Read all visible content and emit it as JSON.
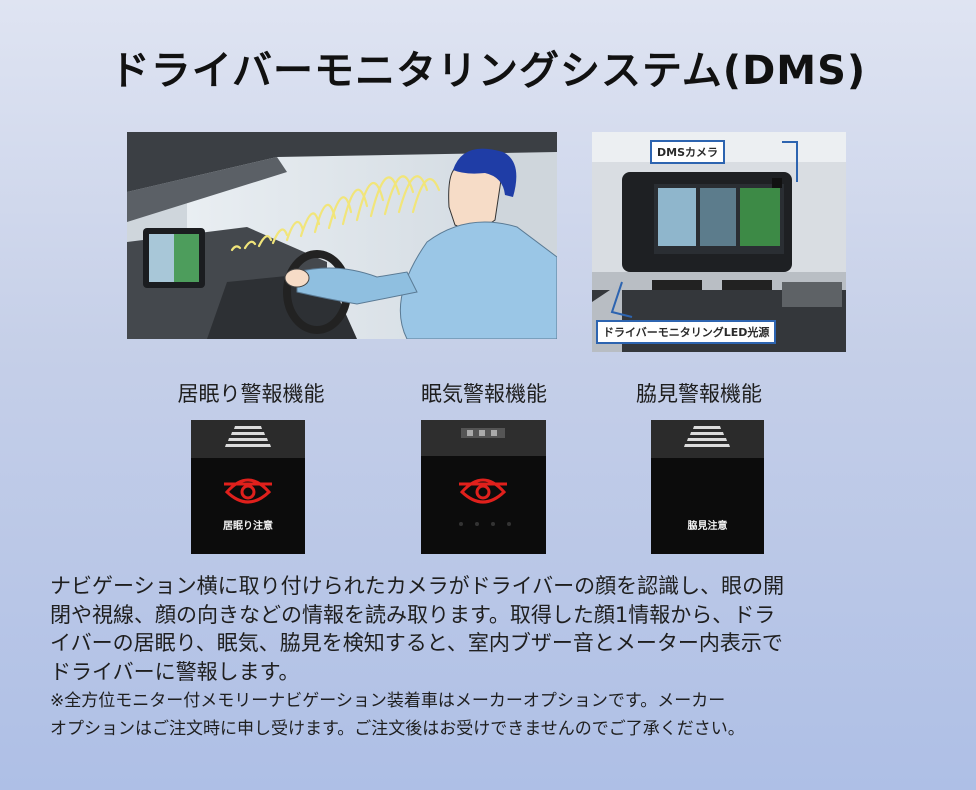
{
  "title": "ドライバーモニタリングシステム(DMS)",
  "dash_photo": {
    "camera_label": "DMSカメラ",
    "led_label": "ドライバーモニタリングLED光源"
  },
  "functions": [
    {
      "label": "居眠り警報機能",
      "panel_text": "居眠り注意",
      "icon": "eye-warning-icon",
      "icon_color": "#e0201c"
    },
    {
      "label": "眠気警報機能",
      "panel_text": "",
      "icon": "eye-warning-icon",
      "icon_color": "#e0201c"
    },
    {
      "label": "脇見警報機能",
      "panel_text": "脇見注意",
      "icon": "lane-stripes-icon",
      "icon_color": "#d8d8d8"
    }
  ],
  "description": {
    "lines": [
      "ナビゲーション横に取り付けられたカメラがドライバーの顔を認識し、眼の開",
      "閉や視線、顔の向きなどの情報を読み取ります。取得した顔1情報から、ドラ",
      "イバーの居眠り、眠気、脇見を検知すると、室内ブザー音とメーター内表示で",
      "ドライバーに警報します。"
    ]
  },
  "note": {
    "lines": [
      "※全方位モニター付メモリーナビゲーション装着車はメーカーオプションです。メーカー",
      "オプションはご注文時に申し受けます。ご注文後はお受けできませんのでご了承ください。"
    ]
  },
  "colors": {
    "accent_blue": "#2d64b0",
    "warning_red": "#e0201c",
    "sensor_beam": "#f1e57a"
  }
}
